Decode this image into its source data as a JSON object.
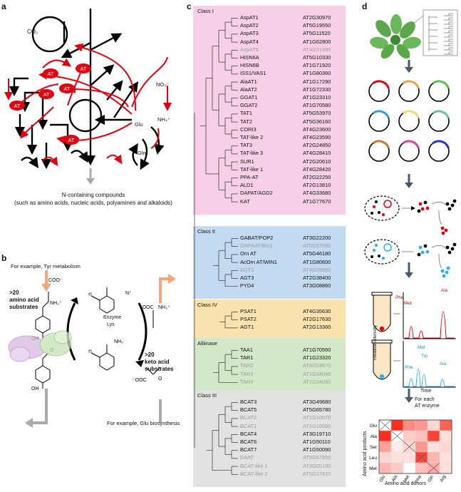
{
  "panel_labels": {
    "a": "a",
    "b": "b",
    "c": "c",
    "d": "d"
  },
  "panel_a": {
    "co2": "CO₂",
    "at": "AT",
    "no3": "NO₃⁻",
    "nh4": "NH₄⁺",
    "glu": "Glu",
    "gln": "Gln",
    "caption_line1": "N-containing compounds",
    "caption_line2": "(such as amino acids, nucleic acids, polyamines and alkaloids)"
  },
  "panel_b": {
    "tyr_example": "For example, Tyr metabolism",
    "aa_substrates_1": ">20",
    "aa_substrates_2": "amino acid",
    "aa_substrates_3": "substrates",
    "keto_1": ">20",
    "keto_2": "keto acid",
    "keto_3": "substrates",
    "enzyme": "Enzyme",
    "lys": "Lys",
    "glu_example": "For example, Glu biosynthesis"
  },
  "panel_c": {
    "classes": [
      {
        "title": "Class I",
        "color": "#f7d0e8",
        "rows": [
          [
            "AspAT1",
            "AT2G30970",
            0
          ],
          [
            "AspAT2",
            "AT5G19550",
            0
          ],
          [
            "AspAT3",
            "AT5G11520",
            0
          ],
          [
            "AspAT4",
            "AT1G62800",
            0
          ],
          [
            "AspAT5",
            "AT4G31990",
            1
          ],
          [
            "HISN6A",
            "AT5G10330",
            0
          ],
          [
            "HISN6B",
            "AT1G71920",
            0
          ],
          [
            "ISS1/VAS1",
            "AT1G80360",
            0
          ],
          [
            "AlaAT1",
            "AT1G17290",
            0
          ],
          [
            "AlaAT2",
            "AT1G72330",
            0
          ],
          [
            "GGAT1",
            "AT1G23310",
            0
          ],
          [
            "GGAT2",
            "AT1G70580",
            0
          ],
          [
            "TAT1",
            "AT5G53970",
            0
          ],
          [
            "TAT2",
            "AT5G36160",
            0
          ],
          [
            "CORI3",
            "AT4G23600",
            0
          ],
          [
            "TAT-like 2",
            "AT4G23590",
            0
          ],
          [
            "TAT3",
            "AT2G24850",
            0
          ],
          [
            "TAT-like 3",
            "AT4G28410",
            0
          ],
          [
            "SUR1",
            "AT2G20610",
            0
          ],
          [
            "TAT-like 1",
            "AT4G28420",
            0
          ],
          [
            "PPA-AT",
            "AT2G22250",
            0
          ],
          [
            "ALD1",
            "AT2G13810",
            0
          ],
          [
            "DAPAT/AGD2",
            "AT4G33680",
            0
          ],
          [
            "KAT",
            "AT1G77670",
            0
          ]
        ]
      },
      {
        "title": "Class II",
        "color": "#c3daf0",
        "rows": [
          [
            "GABAT/POP2",
            "AT3G22200",
            0
          ],
          [
            "OAPAAT/Bio1",
            "AT5G57590",
            1
          ],
          [
            "Orn AT",
            "AT5G46180",
            0
          ],
          [
            "AcOrn AT/WIN1",
            "AT1G80600",
            0
          ],
          [
            "AGT2",
            "AT4G39660",
            1
          ],
          [
            "AGT3",
            "AT2G38400",
            0
          ],
          [
            "PYD4",
            "AT3G08860",
            0
          ]
        ]
      },
      {
        "title": "Class IV",
        "color": "#fbe3b0",
        "rows": [
          [
            "PSAT1",
            "AT4G35630",
            0
          ],
          [
            "PSAT2",
            "AT2G17630",
            0
          ],
          [
            "AGT1",
            "AT2G13360",
            0
          ]
        ]
      },
      {
        "title": "Alliinase",
        "color": "#d3e8c9",
        "rows": [
          [
            "TAA1",
            "AT1G70560",
            0
          ],
          [
            "TAR1",
            "AT1G23320",
            0
          ],
          [
            "TAR2",
            "AT4G24670",
            1
          ],
          [
            "TAR3",
            "AT1G34040",
            1
          ],
          [
            "TAR4",
            "AT1G34060",
            1
          ]
        ]
      },
      {
        "title": "Class III",
        "color": "#e2e2e2",
        "rows": [
          [
            "BCAT3",
            "AT3G49680",
            0
          ],
          [
            "BCAT5",
            "AT5G65780",
            0
          ],
          [
            "BCAT2",
            "AT1G10070",
            1
          ],
          [
            "BCAT1",
            "AT1G10060",
            1
          ],
          [
            "BCAT4",
            "AT3G19710",
            0
          ],
          [
            "BCAT6",
            "AT1G50110",
            0
          ],
          [
            "BCAT7",
            "AT1G50090",
            0
          ],
          [
            "DAAT",
            "AT5G57850",
            1
          ],
          [
            "BCAT-like 1",
            "AT3G05190",
            1
          ],
          [
            "BCAT-like 2",
            "AT5G27410",
            1
          ]
        ]
      }
    ]
  },
  "panel_d": {
    "spectrum1": {
      "phe": "Phe",
      "met": "Met",
      "ala": "Ala"
    },
    "spectrum2": {
      "met": "Met",
      "trp": "Trp",
      "phe": "Phe",
      "ala": "Ala"
    },
    "y_axis": "Relative intensity",
    "x_axis": "Time",
    "for_each_1": "For each",
    "for_each_2": "AT enzyme",
    "heatmap": {
      "rows": [
        "Glu",
        "Ala",
        "Ser",
        "Leu",
        "Met"
      ],
      "cols": [
        "Glu",
        "Ala",
        "Met",
        "Phe",
        "Gln",
        "Arg"
      ],
      "ylabel": "Amino acid products",
      "xlabel": "Amino acid donors",
      "values": [
        [
          0,
          1,
          0.55,
          0.5,
          0.2,
          0.75
        ],
        [
          1,
          0,
          0.25,
          0.3,
          0.9,
          0.15
        ],
        [
          0.45,
          0.1,
          0.2,
          0.5,
          0.15,
          0.2
        ],
        [
          0.2,
          0.15,
          0.15,
          0.9,
          0.35,
          0.15
        ],
        [
          0.35,
          0.25,
          0,
          0.3,
          0.4,
          0.15
        ]
      ]
    }
  }
}
